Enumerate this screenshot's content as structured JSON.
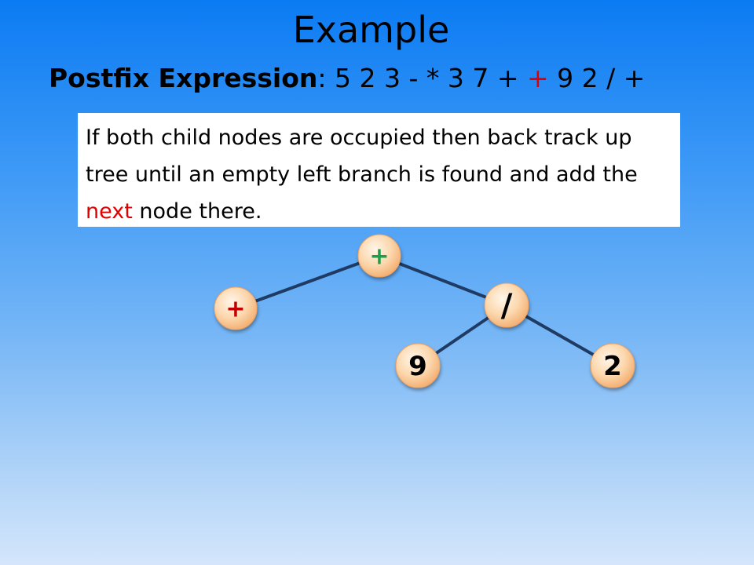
{
  "title": "Example",
  "expression": {
    "label": "Postfix Expression",
    "separator": ":",
    "tokens_before": "5 2 3 - * 3 7 +",
    "highlighted_token": "+",
    "tokens_after": "9 2 / +"
  },
  "callout": {
    "text_before": "If both child nodes are occupied then back track up tree until an empty left branch is found and add the",
    "highlighted_word": "next",
    "text_after": "node there."
  },
  "tree": {
    "nodes": [
      {
        "id": "root",
        "label": "+",
        "color": "#1aa04a"
      },
      {
        "id": "left",
        "label": "+",
        "color": "#c00000"
      },
      {
        "id": "divide",
        "label": "/",
        "color": "#000000"
      },
      {
        "id": "nine",
        "label": "9",
        "color": "#000000"
      },
      {
        "id": "two",
        "label": "2",
        "color": "#000000"
      }
    ],
    "edges": [
      [
        "root",
        "left"
      ],
      [
        "root",
        "divide"
      ],
      [
        "divide",
        "nine"
      ],
      [
        "divide",
        "two"
      ]
    ]
  },
  "colors": {
    "edge": "#1f3b63",
    "node_fill_light": "#fff3e4",
    "node_fill_dark": "#f5b47a",
    "highlight": "#e00000"
  }
}
